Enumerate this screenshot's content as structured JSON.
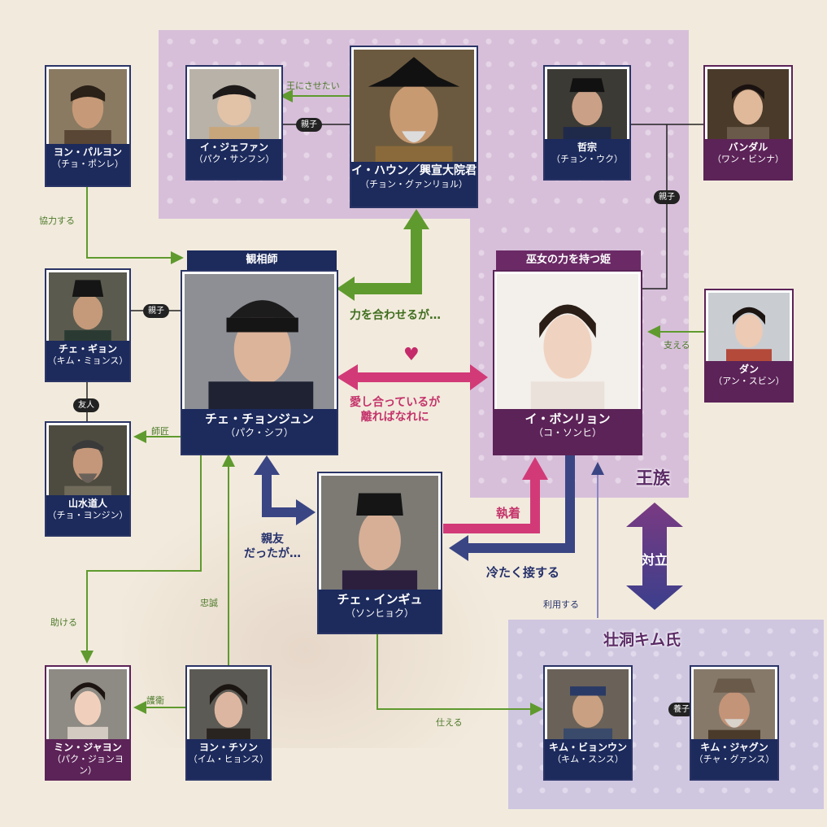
{
  "zones": {
    "royal": "王族",
    "kim_clan": "壮洞キム氏"
  },
  "characters": {
    "hyeong": {
      "name": "ヨン・パルヨン",
      "actor": "（チョ・ポンレ）"
    },
    "jaehwan": {
      "name": "イ・ジェファン",
      "actor": "（パク・サンフン）"
    },
    "haeung": {
      "name": "イ・ハウン／興宣大院君",
      "actor": "（チョン・グァンリョル）"
    },
    "cheoljong": {
      "name": "哲宗",
      "actor": "（チョン・ウク）"
    },
    "bandal": {
      "name": "バンダル",
      "actor": "（ワン・ビンナ）"
    },
    "cheonjun": {
      "name": "チェ・チョンジュン",
      "actor": "（パク・シフ）",
      "role": "観相師"
    },
    "bongryon": {
      "name": "イ・ボンリョン",
      "actor": "（コ・ソンヒ）",
      "role": "巫女の力を持つ姫"
    },
    "gyeon": {
      "name": "チェ・ギョン",
      "actor": "（キム・ミョンス）"
    },
    "dan": {
      "name": "ダン",
      "actor": "（アン・スビン）"
    },
    "sansu": {
      "name": "山水道人",
      "actor": "（チョ・ヨンジン）"
    },
    "ingyu": {
      "name": "チェ・インギュ",
      "actor": "（ソンヒョク）"
    },
    "jayeon": {
      "name": "ミン・ジャヨン",
      "actor": "（パク・ジョンヨン）"
    },
    "chison": {
      "name": "ヨン・チソン",
      "actor": "（イム・ヒョンス）"
    },
    "byeongun": {
      "name": "キム・ビョンウン",
      "actor": "（キム・スンス）"
    },
    "jwageun": {
      "name": "キム・ジャグン",
      "actor": "（チャ・グァンス）"
    }
  },
  "relations": {
    "king_wish": "王にさせたい",
    "parent_child": "親子",
    "cooperate": "協力する",
    "join_forces_line1": "力を合わせるが…",
    "love_line1": "愛し合っているが",
    "love_line2": "離ればなれに",
    "support": "支える",
    "friend": "友人",
    "mentor": "師匠",
    "obsession": "執着",
    "cold": "冷たく接する",
    "use": "利用する",
    "best_friend_line1": "親友",
    "best_friend_line2": "だったが…",
    "loyalty": "忠誠",
    "help": "助ける",
    "guard": "護衛",
    "serve": "仕える",
    "adopted": "養子",
    "conflict": "対立"
  },
  "colors": {
    "navy": "#1c2a5c",
    "purple": "#5c2358",
    "green": "#5f9a2e",
    "pink": "#d23a77",
    "royal_bg": "#d7bfda",
    "kim_bg": "#cfc6e0"
  }
}
